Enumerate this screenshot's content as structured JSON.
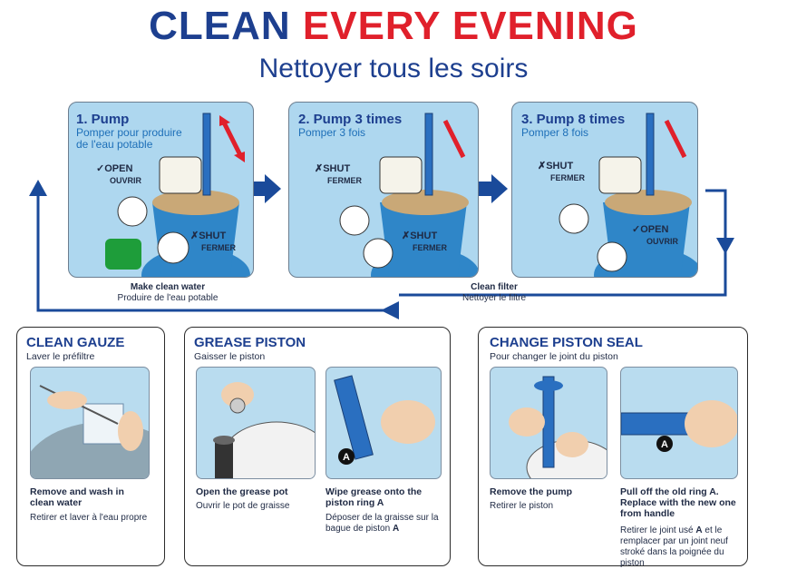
{
  "title": {
    "line1_blue": "CLEAN",
    "line1_red": "EVERY EVENING",
    "line2": "Nettoyer tous les soirs"
  },
  "colors": {
    "navy": "#1d3f8f",
    "red": "#e0202b",
    "panel_blue": "#aed7ef",
    "arrow_blue": "#1a4a9a"
  },
  "steps": [
    {
      "title": "1. Pump",
      "subtitle_line1": "Pomper pour produire",
      "subtitle_line2": "de l'eau potable",
      "labels": {
        "open_en": "OPEN",
        "open_fr": "OUVRIR",
        "shut_en": "SHUT",
        "shut_fr": "FERMER"
      },
      "check_icon": "check-mark-icon",
      "cross_icon": "x-mark-icon"
    },
    {
      "title": "2. Pump 3 times",
      "subtitle": "Pomper 3 fois",
      "labels": {
        "shut_en_a": "SHUT",
        "shut_fr_a": "FERMER",
        "shut_en_b": "SHUT",
        "shut_fr_b": "FERMER"
      }
    },
    {
      "title": "3. Pump 8 times",
      "subtitle": "Pomper 8 fois",
      "labels": {
        "shut_en": "SHUT",
        "shut_fr": "FERMER",
        "open_en": "OPEN",
        "open_fr": "OUVRIR"
      }
    }
  ],
  "flow": {
    "make_clean_en": "Make clean water",
    "make_clean_fr": "Produire de l'eau potable",
    "clean_filter_en": "Clean filter",
    "clean_filter_fr": "Nettoyer le filtre"
  },
  "cards": {
    "gauze": {
      "title": "CLEAN GAUZE",
      "subtitle": "Laver le préfiltre",
      "cap_en_1": "Remove and wash in",
      "cap_en_2": "clean water",
      "cap_fr": "Retirer et laver à l'eau propre"
    },
    "grease": {
      "title": "GREASE PISTON",
      "subtitle": "Gaisser le piston",
      "left_en": "Open the grease pot",
      "left_fr": "Ouvrir le pot de graisse",
      "right_en_1": "Wipe grease onto the",
      "right_en_2": "piston ring",
      "right_en_bold": "A",
      "right_fr_1": "Déposer de la graisse sur la",
      "right_fr_2": "bague de piston",
      "right_fr_bold": "A",
      "marker": "A"
    },
    "seal": {
      "title": "CHANGE PISTON SEAL",
      "subtitle": "Pour changer le joint du piston",
      "left_en": "Remove the pump",
      "left_fr": "Retirer le piston",
      "right_en_1": "Pull off the old ring",
      "right_en_1b": "A",
      "right_en_2": "Replace with the new one",
      "right_en_3": "from handle",
      "right_fr_1": "Retirer le joint usé",
      "right_fr_1b": "A",
      "right_fr_1c": "et le",
      "right_fr_2": "remplacer par un joint neuf",
      "right_fr_3": "stroké dans la poignée du piston",
      "marker": "A"
    }
  }
}
